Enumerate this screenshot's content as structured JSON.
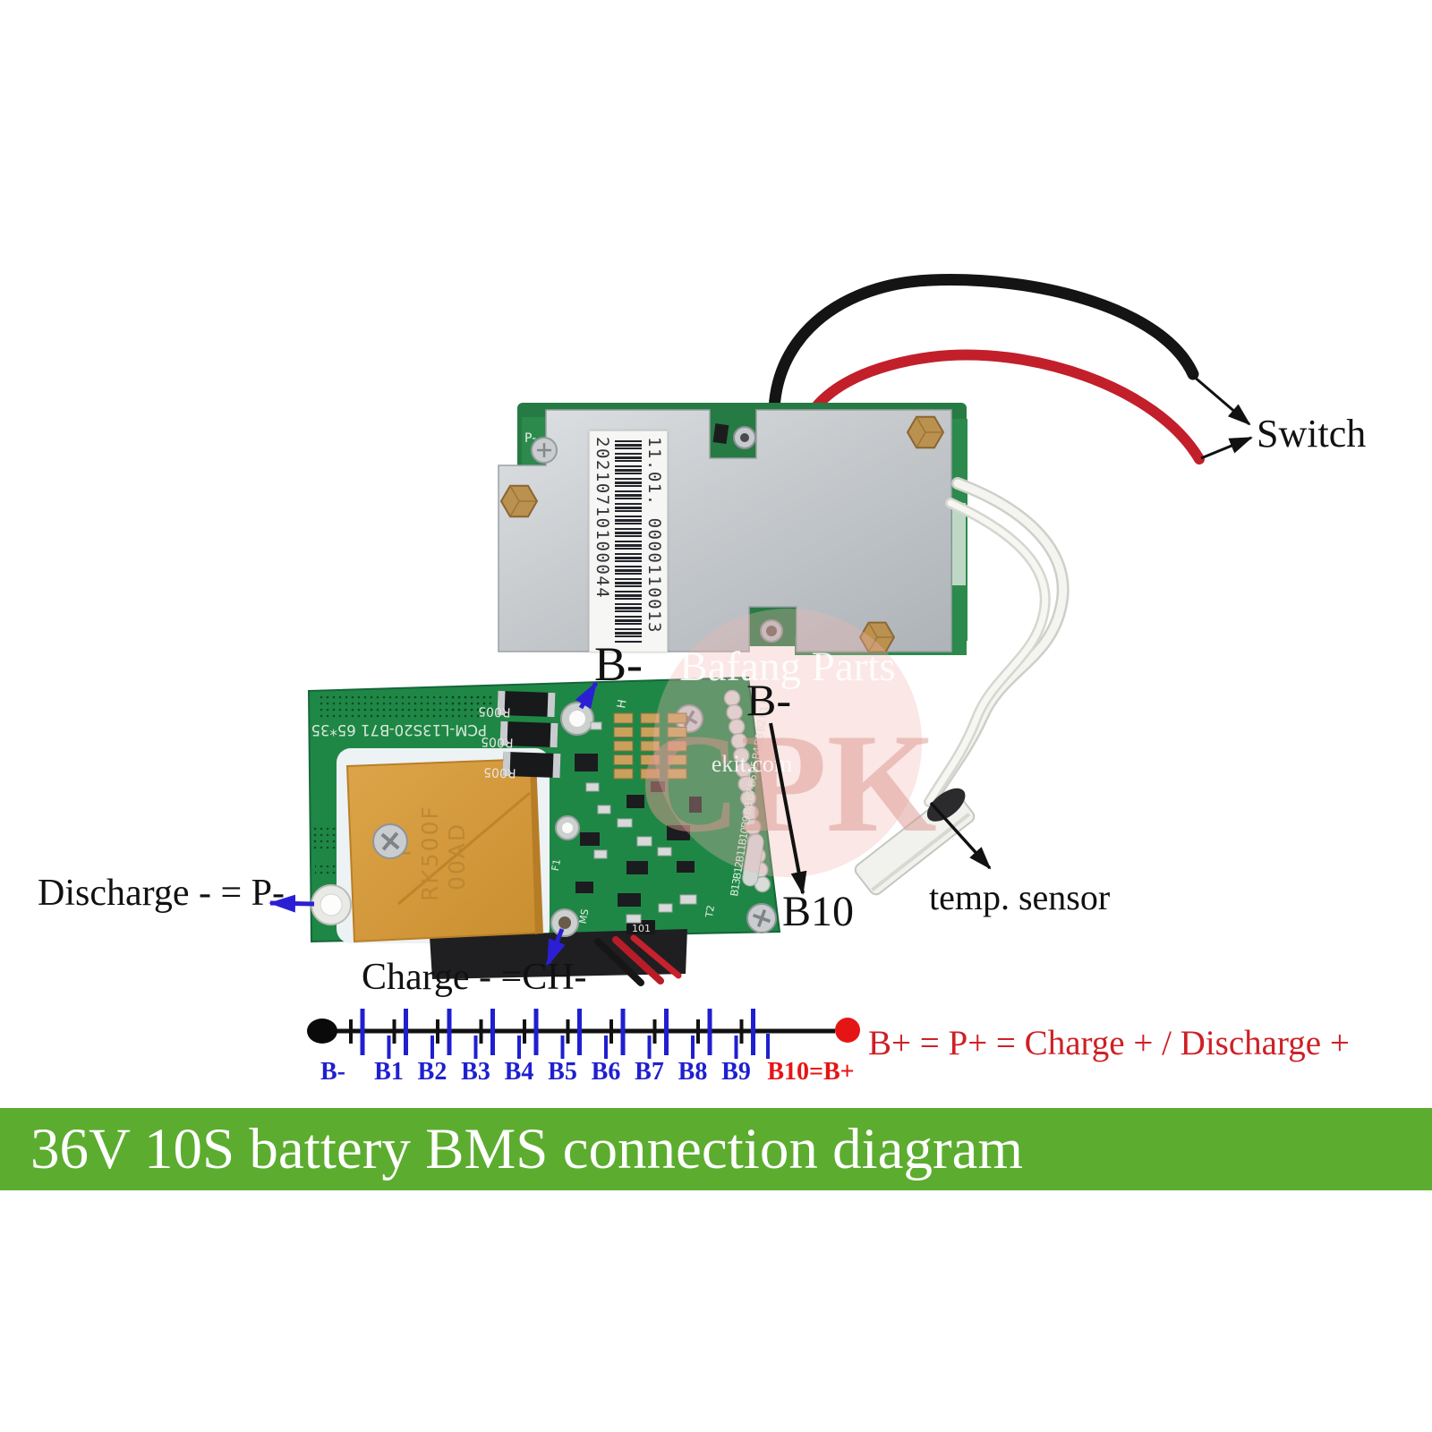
{
  "banner": {
    "title": "36V 10S battery BMS connection diagram"
  },
  "annotations": {
    "switch": "Switch",
    "temp_sensor": "temp. sensor",
    "b_minus_top": "B-",
    "b_minus_right": "B-",
    "b10": "B10",
    "discharge": "Discharge - = P-",
    "charge": "Charge - =CH-",
    "b_plus": "B+ = P+ = Charge + / Discharge +"
  },
  "watermark": {
    "brand": "Bafang Parts",
    "initials": "CPK",
    "domain": "ekit.com"
  },
  "board": {
    "label_col_right": "11.01. 0000110013",
    "label_col_left": "20210710100044",
    "model": "PCM-L13S20-B71  65*35",
    "resistor": "R005",
    "shunt_l1": "F",
    "shunt_l2": "RK500F",
    "shunt_l3": "00AD",
    "pad_row": "B13B12B11B10B9 B8 B7 B6 B5 B4 B3 B2 B1 B-",
    "p_minus": "P-",
    "h": "H",
    "ms": "MS",
    "t2": "T2",
    "f1": "F1",
    "c101": "101"
  },
  "chain": {
    "cells": 10,
    "neg_terminal_label": "B-",
    "tap_labels": [
      "B1",
      "B2",
      "B3",
      "B4",
      "B5",
      "B6",
      "B7",
      "B8",
      "B9"
    ],
    "pos_terminal_label": "B10=B+"
  },
  "colors": {
    "banner_bg": "#5cad2f",
    "pcb_green": "#1f8746",
    "annotation_blue": "#2b1fd4",
    "annotation_red": "#ce2027",
    "chain_blue": "#1f1fd0",
    "chain_red": "#e51515",
    "wire_black": "#141414",
    "wire_red": "#c21f2b",
    "shunt_orange": "#d2973a"
  }
}
